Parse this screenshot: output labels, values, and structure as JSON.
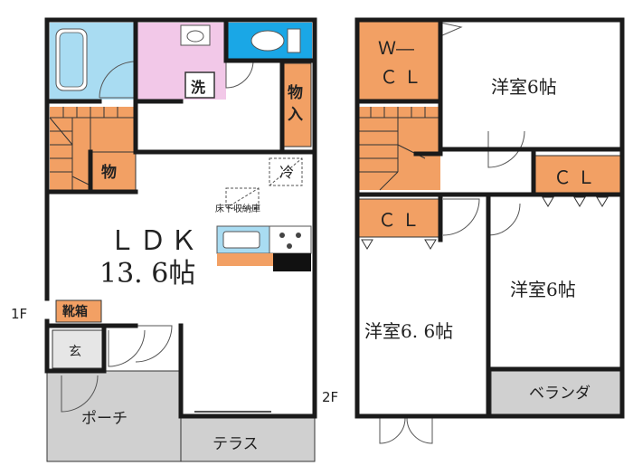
{
  "floors": {
    "first": {
      "label": "1F"
    },
    "second": {
      "label": "2F"
    }
  },
  "rooms_1f": {
    "ldk_name": "ＬＤＫ",
    "ldk_size": "13. 6帖",
    "wash": "洗",
    "storage_right": "物入",
    "storage_left": "物",
    "fridge": "冷",
    "underfloor": "床下収納庫",
    "shoe_box": "靴箱",
    "entrance": "玄",
    "porch": "ポーチ",
    "terrace": "テラス"
  },
  "rooms_2f": {
    "walkin_line1": "Ｗ―",
    "walkin_line2": "ＣＬ",
    "room_a": "洋室6帖",
    "room_b": "洋室6帖",
    "room_c": "洋室6. 6帖",
    "cl_right": "ＣＬ",
    "cl_left": "ＣＬ",
    "veranda": "ベランダ"
  },
  "colors": {
    "wall": "#1a1a1a",
    "storage": "#f2a064",
    "stairs": "#f2a064",
    "bath": "#a9dcf2",
    "washroom": "#f2c8e8",
    "toilet": "#1aa7e6",
    "porch": "#d0d0d0",
    "kitchen_sink": "#a9dcf2"
  }
}
